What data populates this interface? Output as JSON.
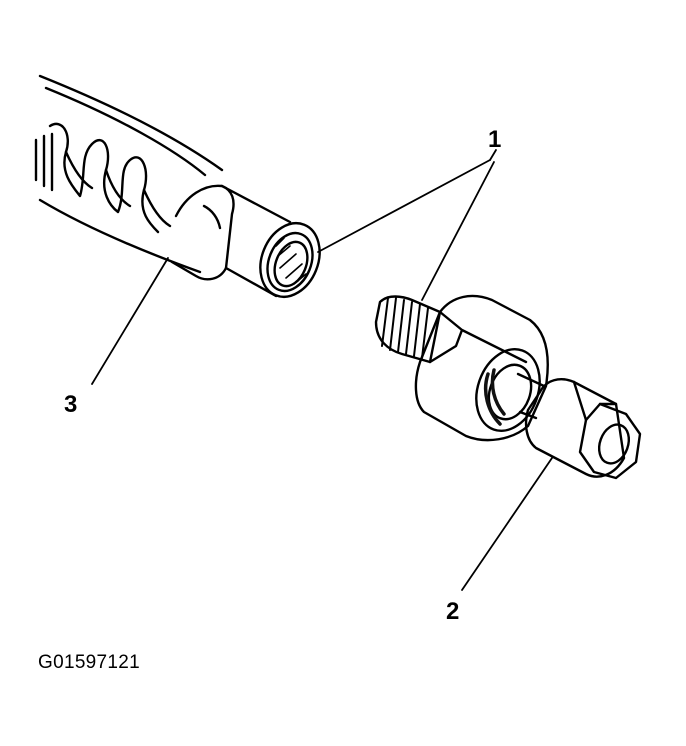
{
  "figure": {
    "id": "G01597121"
  },
  "callouts": [
    {
      "number": "1"
    },
    {
      "number": "2"
    },
    {
      "number": "3"
    }
  ],
  "colors": {
    "line": "#000000",
    "background": "#ffffff",
    "dark_shading": "#111111"
  }
}
